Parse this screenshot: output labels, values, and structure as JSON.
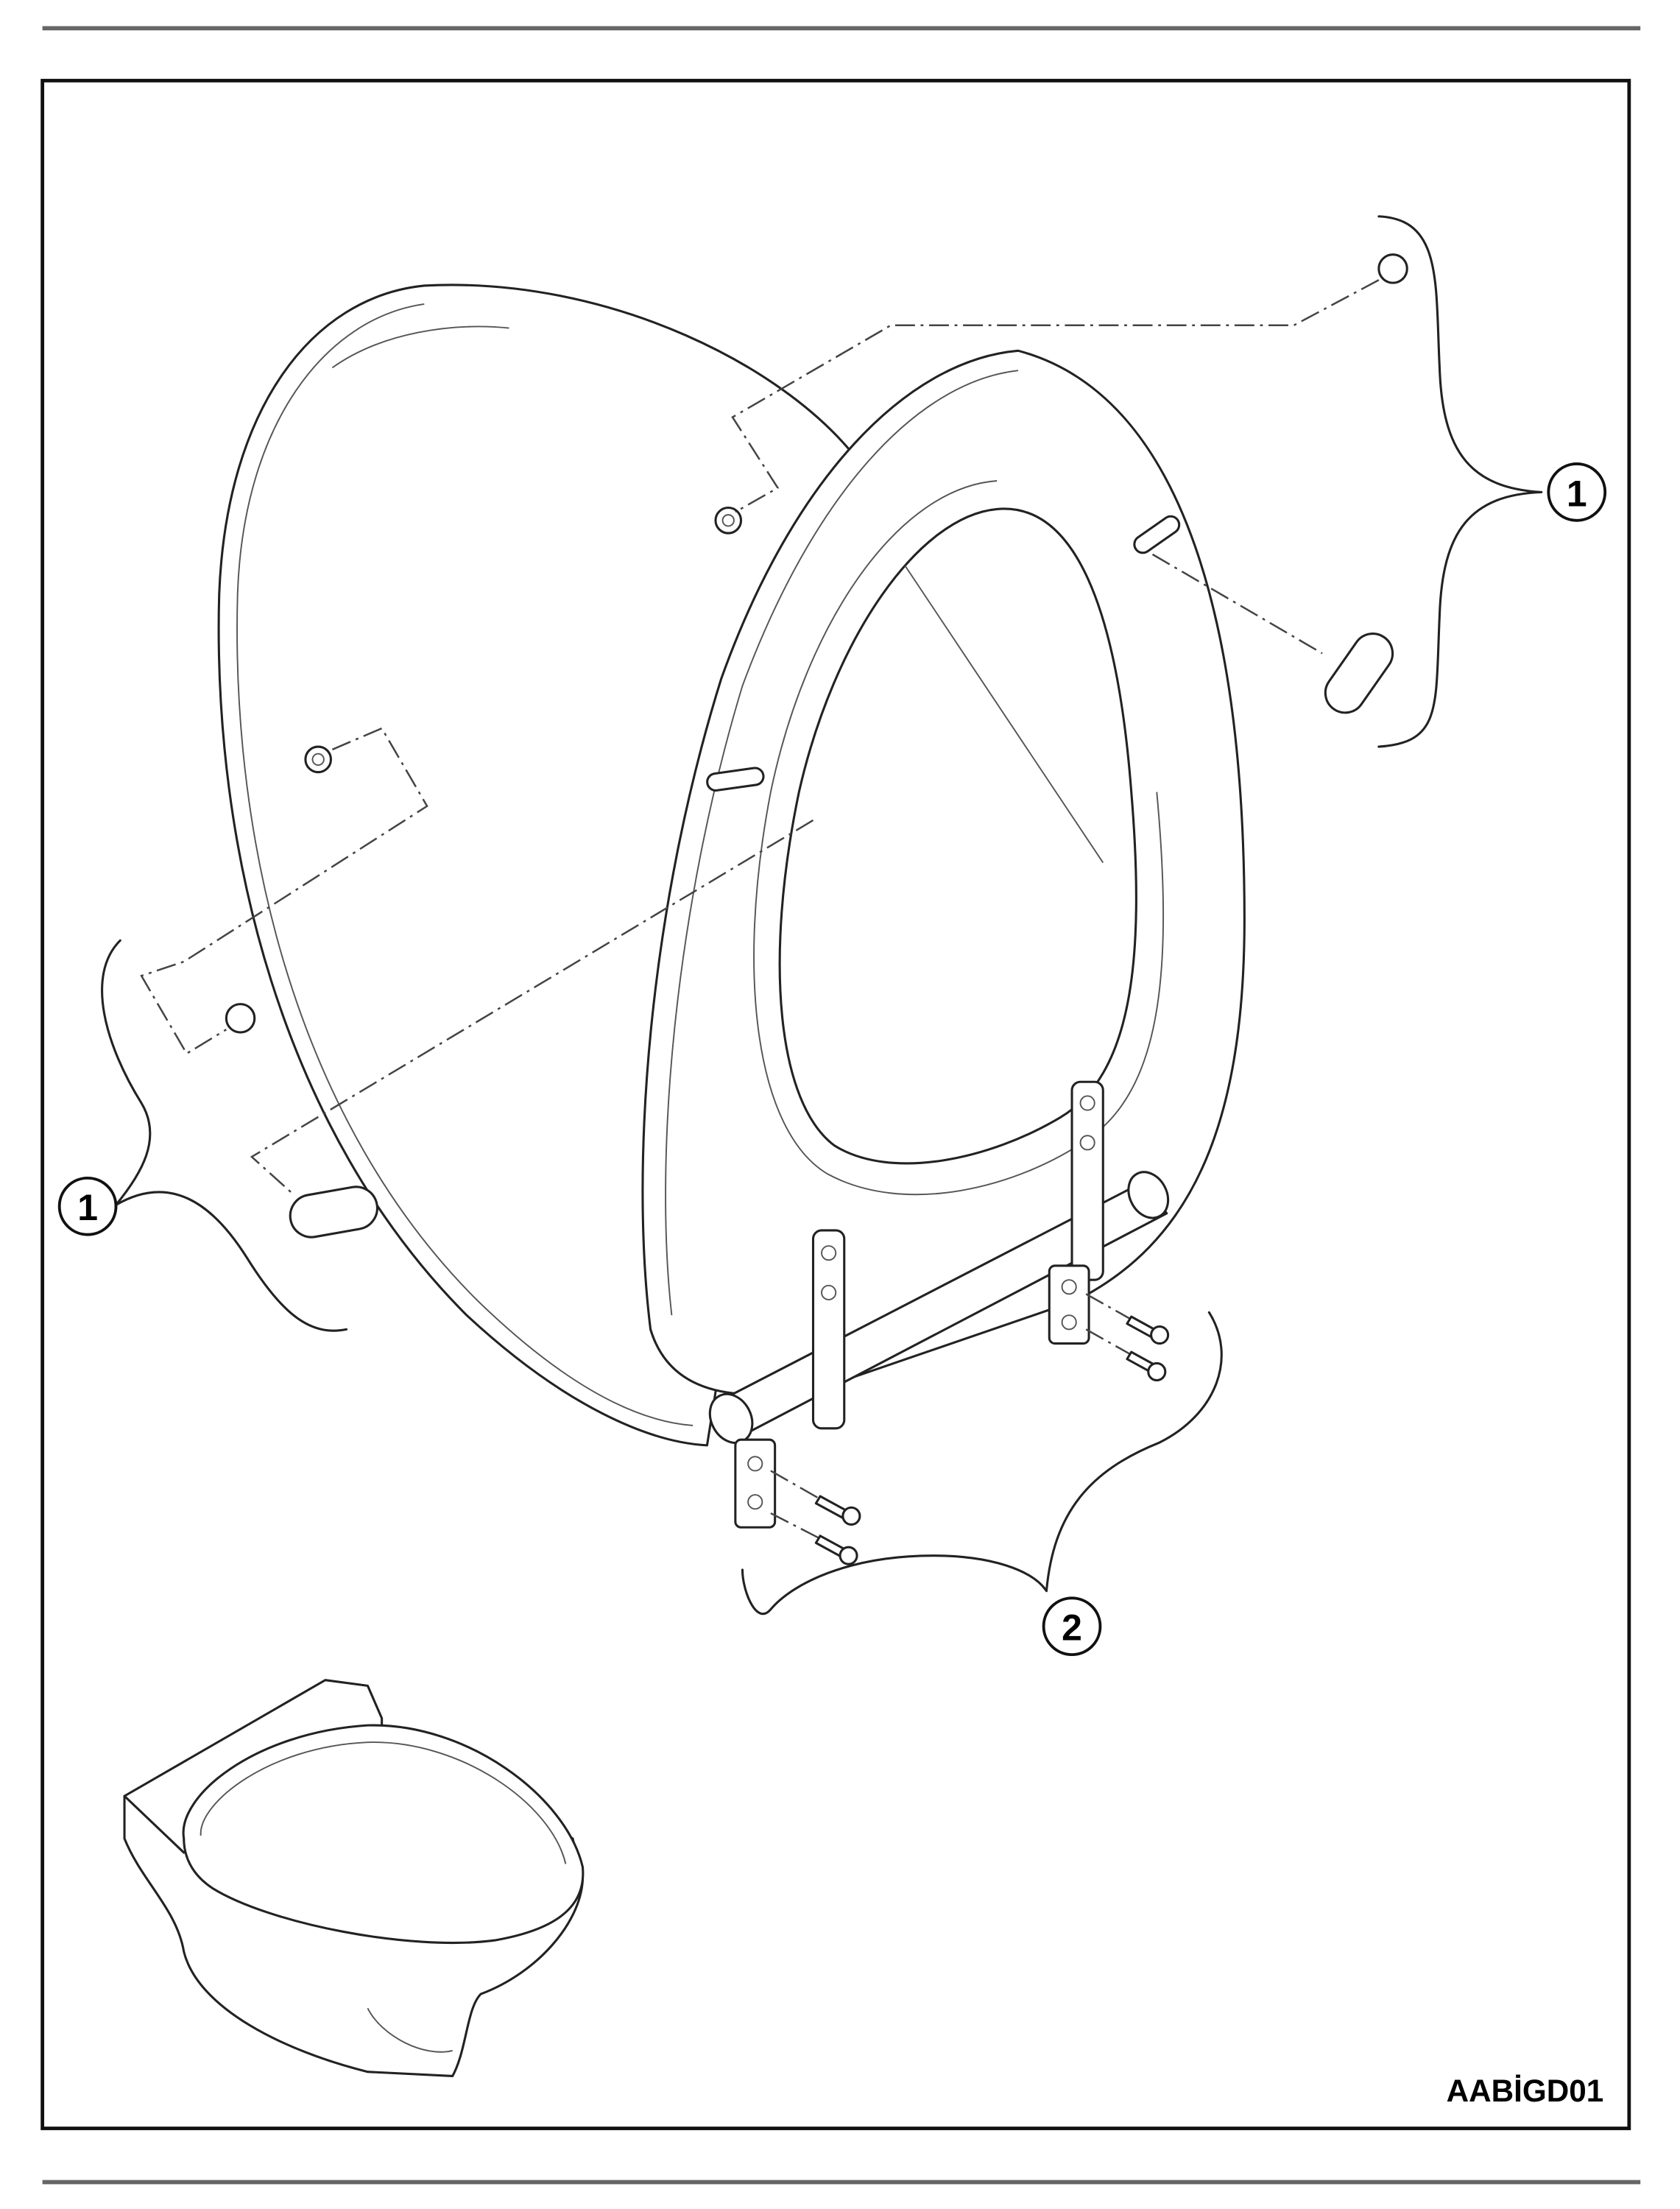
{
  "diagram": {
    "callouts": {
      "top_right": "1",
      "left": "1",
      "bottom": "2"
    },
    "drawing_code": "AABİGD01"
  }
}
